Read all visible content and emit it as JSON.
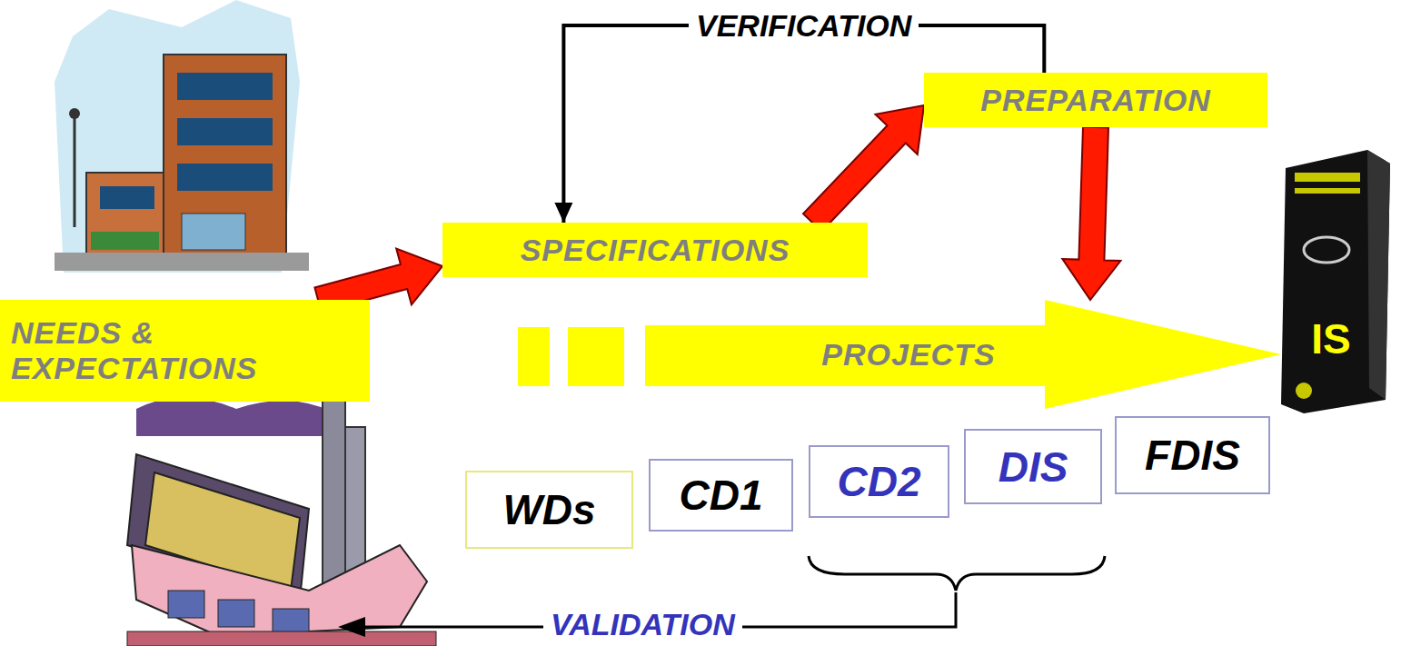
{
  "diagram": {
    "nodes": [
      {
        "text": [
          "NEEDS & EXPECTATIONS"
        ]
      },
      {
        "text": [
          "SPECIFICATIONS"
        ]
      },
      {
        "text": [
          "PREPARATION"
        ]
      },
      {
        "text": [
          "PROJECTS"
        ]
      },
      {
        "text": [
          "IS"
        ]
      },
      {
        "text": [
          "WDs"
        ]
      },
      {
        "text": [
          "CD1"
        ]
      },
      {
        "text": [
          "CD2"
        ]
      },
      {
        "text": [
          "DIS"
        ]
      },
      {
        "text": [
          "FDIS"
        ]
      }
    ],
    "edges": [
      {
        "from": 0,
        "to": 1,
        "arrow": "to"
      },
      {
        "from": 1,
        "to": 2,
        "arrow": "to"
      },
      {
        "from": 2,
        "to": 3,
        "arrow": "to"
      },
      {
        "from": 2,
        "to": 1,
        "label": "VERIFICATION",
        "arrow": "to"
      }
    ],
    "labels": [
      "VALIDATION"
    ]
  }
}
